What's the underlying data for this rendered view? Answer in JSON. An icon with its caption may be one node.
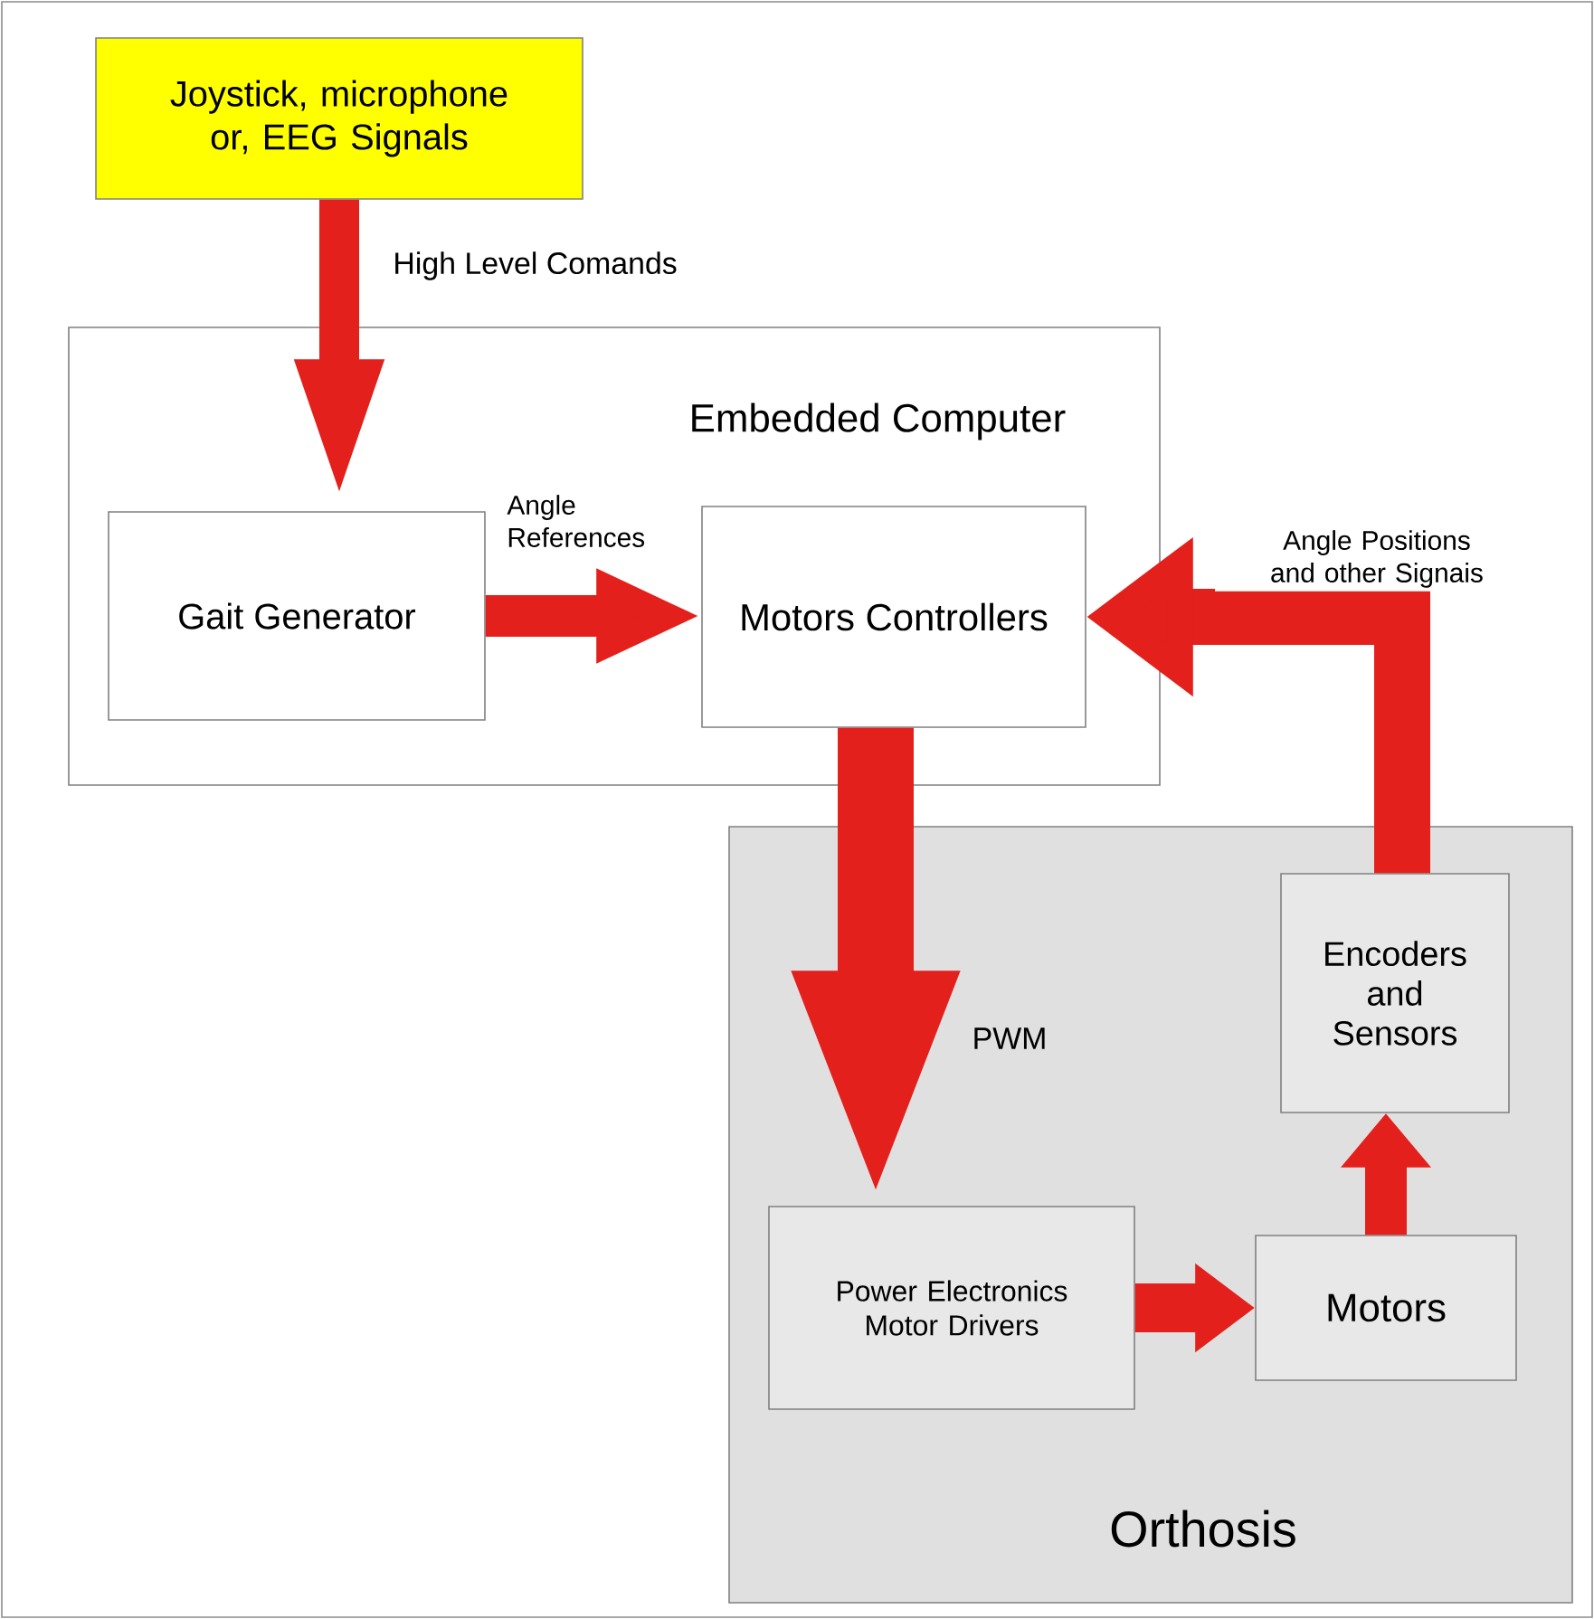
{
  "diagram": {
    "nodes": [
      {
        "text": [
          "Joystick, microphone or, EEG Signals"
        ]
      },
      {
        "text": [
          "Embedded Computer"
        ]
      },
      {
        "text": [
          "Gait Generator"
        ],
        "in": 1
      },
      {
        "text": [
          "Motors Controllers"
        ],
        "in": 1
      },
      {
        "text": [
          "Orthosis"
        ]
      },
      {
        "text": [
          "Power Electronics Motor Drivers"
        ],
        "in": 4
      },
      {
        "text": [
          "Motors"
        ],
        "in": 4
      },
      {
        "text": [
          "Encoders and Sensors"
        ],
        "in": 4
      }
    ],
    "edges": [
      {
        "from": 0,
        "to": 2,
        "arrow": "to",
        "label": "High Level Comands"
      },
      {
        "from": 2,
        "to": 3,
        "arrow": "to",
        "label": "Angle References"
      },
      {
        "from": 3,
        "to": 5,
        "arrow": "to",
        "label": "PWM",
        "style": "thick"
      },
      {
        "from": 5,
        "to": 6,
        "arrow": "to"
      },
      {
        "from": 6,
        "to": 7,
        "arrow": "to"
      },
      {
        "from": 7,
        "to": 3,
        "arrow": "to",
        "label": "Angle Positions and other Signais"
      }
    ]
  }
}
